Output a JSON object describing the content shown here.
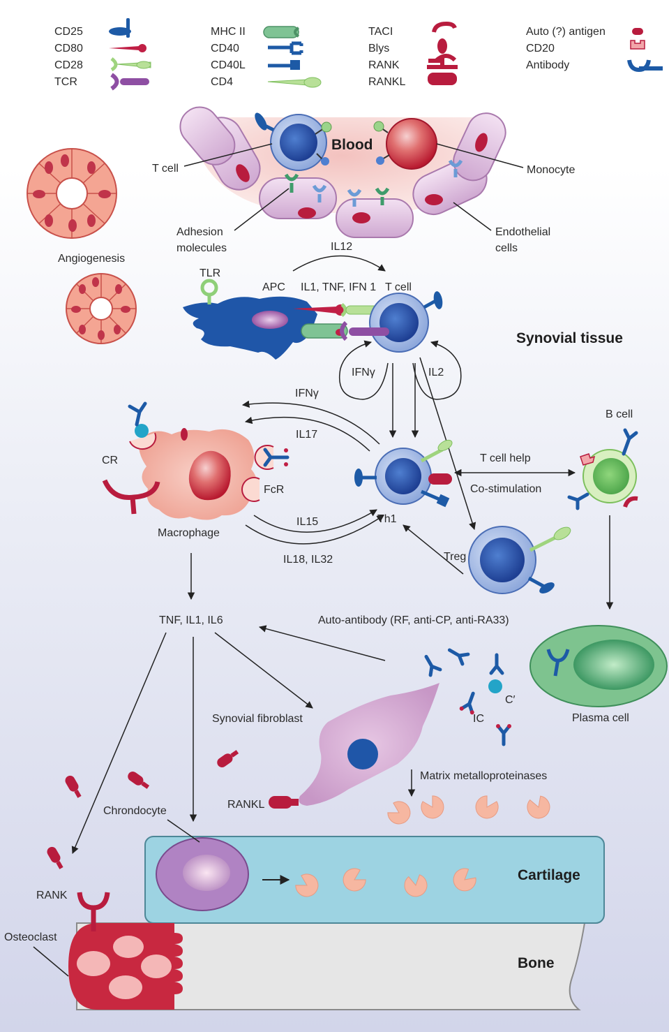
{
  "legend": {
    "col1": [
      "CD25",
      "CD80",
      "CD28",
      "TCR"
    ],
    "col2": [
      "MHC II",
      "CD40",
      "CD40L",
      "CD4"
    ],
    "col3": [
      "TACI",
      "Blys",
      "RANK",
      "RANKL"
    ],
    "col4": [
      "Auto (?) antigen",
      "CD20",
      "Antibody"
    ]
  },
  "regions": {
    "blood": "Blood",
    "synovial_tissue": "Synovial tissue",
    "cartilage": "Cartilage",
    "bone": "Bone"
  },
  "labels": {
    "t_cell_blood": "T cell",
    "monocyte": "Monocyte",
    "adhesion_molecules": [
      "Adhesion",
      "molecules"
    ],
    "endothelial_cells": [
      "Endothelial",
      "cells"
    ],
    "angiogenesis": "Angiogenesis",
    "tlr": "TLR",
    "apc": "APC",
    "il12": "IL12",
    "il1_tnf_ifn1": "IL1, TNF, IFN 1",
    "t_cell_tissue": "T cell",
    "ifn_gamma_loop": "IFNγ",
    "il2_loop": "IL2",
    "ifn_gamma": "IFNγ",
    "il17": "IL17",
    "cr": "CR",
    "fcr": "FcR",
    "macrophage": "Macrophage",
    "il15": "IL15",
    "il18_il32": "IL18, IL32",
    "th1": "Th1",
    "treg": "Treg",
    "t_cell_help": "T cell help",
    "co_stimulation": "Co-stimulation",
    "b_cell": "B cell",
    "tnf_il1_il6": "TNF, IL1, IL6",
    "auto_antibody": "Auto-antibody (RF, anti-CP, anti-RA33)",
    "c_prime": "C′",
    "ic": "IC",
    "plasma_cell": "Plasma cell",
    "synovial_fibroblast": "Synovial fibroblast",
    "matrix_mmp": "Matrix metalloproteinases",
    "rankl": "RANKL",
    "chondrocyte": "Chrondocyte",
    "rank": "RANK",
    "osteoclast": "Osteoclast"
  },
  "colors": {
    "cd25": "#1d5aa6",
    "cd80": "#c01f45",
    "cd28": "#9fd47e",
    "tcr": "#8e4fa3",
    "mhc2": "#62a77c",
    "cd40": "#1d5aa6",
    "tnfsf_red": "#b81c3e",
    "antibody": "#1d5aa6",
    "cartilage": "#9dd3e2",
    "bone": "#e7e7e7",
    "osteoclast": "#c82840",
    "macrophage": "#f2b0a6",
    "fibroblast": "#d9b0d8",
    "plasma": "#79c08c"
  }
}
